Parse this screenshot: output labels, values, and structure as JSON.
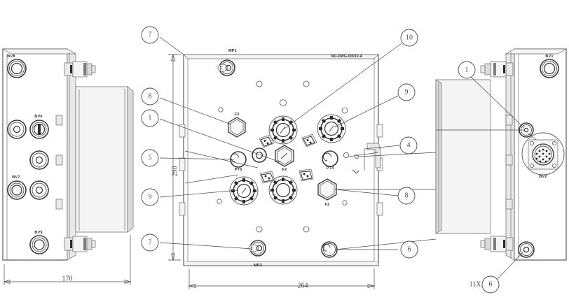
{
  "drawing": {
    "number": "ND-DWG-00010-A",
    "views": {
      "left": {
        "name": "left-side-view",
        "dimension_label": "170",
        "port_labels": [
          "BV8",
          "BV6",
          "BV7",
          "BV9"
        ]
      },
      "front": {
        "name": "front-view",
        "width_dimension": "290",
        "height_dimension": "264",
        "component_labels": [
          "MP1",
          "F3",
          "PT5",
          "F2",
          "PT4",
          "F2",
          "MP2"
        ]
      },
      "right": {
        "name": "right-side-view",
        "port_labels": [
          "BV1",
          "BV2"
        ],
        "quantity_note": "11X"
      }
    },
    "balloons": [
      {
        "id": "balloon-7-top-left",
        "number": "7"
      },
      {
        "id": "balloon-8-left",
        "number": "8"
      },
      {
        "id": "balloon-1-left",
        "number": "1"
      },
      {
        "id": "balloon-5-left",
        "number": "5"
      },
      {
        "id": "balloon-9-left",
        "number": "9"
      },
      {
        "id": "balloon-7-bottom-left",
        "number": "7"
      },
      {
        "id": "balloon-10-top-right",
        "number": "10"
      },
      {
        "id": "balloon-9-right",
        "number": "9"
      },
      {
        "id": "balloon-4-right",
        "number": "4"
      },
      {
        "id": "balloon-8-right",
        "number": "8"
      },
      {
        "id": "balloon-6-bottom-right",
        "number": "6"
      },
      {
        "id": "balloon-1-far-right",
        "number": "1"
      },
      {
        "id": "balloon-6-far-bottom-right",
        "number": "6"
      }
    ],
    "colors": {
      "line": "#3a3a3a",
      "dimension": "#4a4a4a",
      "shade": "#e9e9e9",
      "background": "#ffffff"
    }
  }
}
